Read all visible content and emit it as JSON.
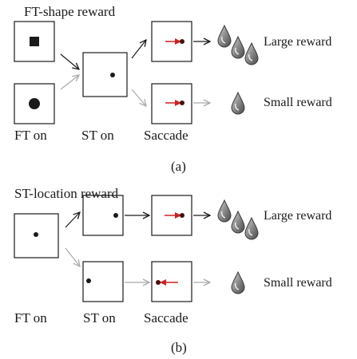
{
  "panel_a": {
    "title": "FT-shape reward",
    "caption": "(a)",
    "col_labels": [
      "FT on",
      "ST on",
      "Saccade"
    ],
    "large_reward": "Large reward",
    "small_reward": "Small reward"
  },
  "panel_b": {
    "title": "ST-location reward",
    "caption": "(b)",
    "col_labels": [
      "FT on",
      "ST on",
      "Saccade"
    ],
    "large_reward": "Large reward",
    "small_reward": "Small reward"
  },
  "colors": {
    "ink": "#1a1a1a",
    "faded": "#aaaaaa",
    "saccade": "#cc2222",
    "drop": "#8a8a8a"
  }
}
